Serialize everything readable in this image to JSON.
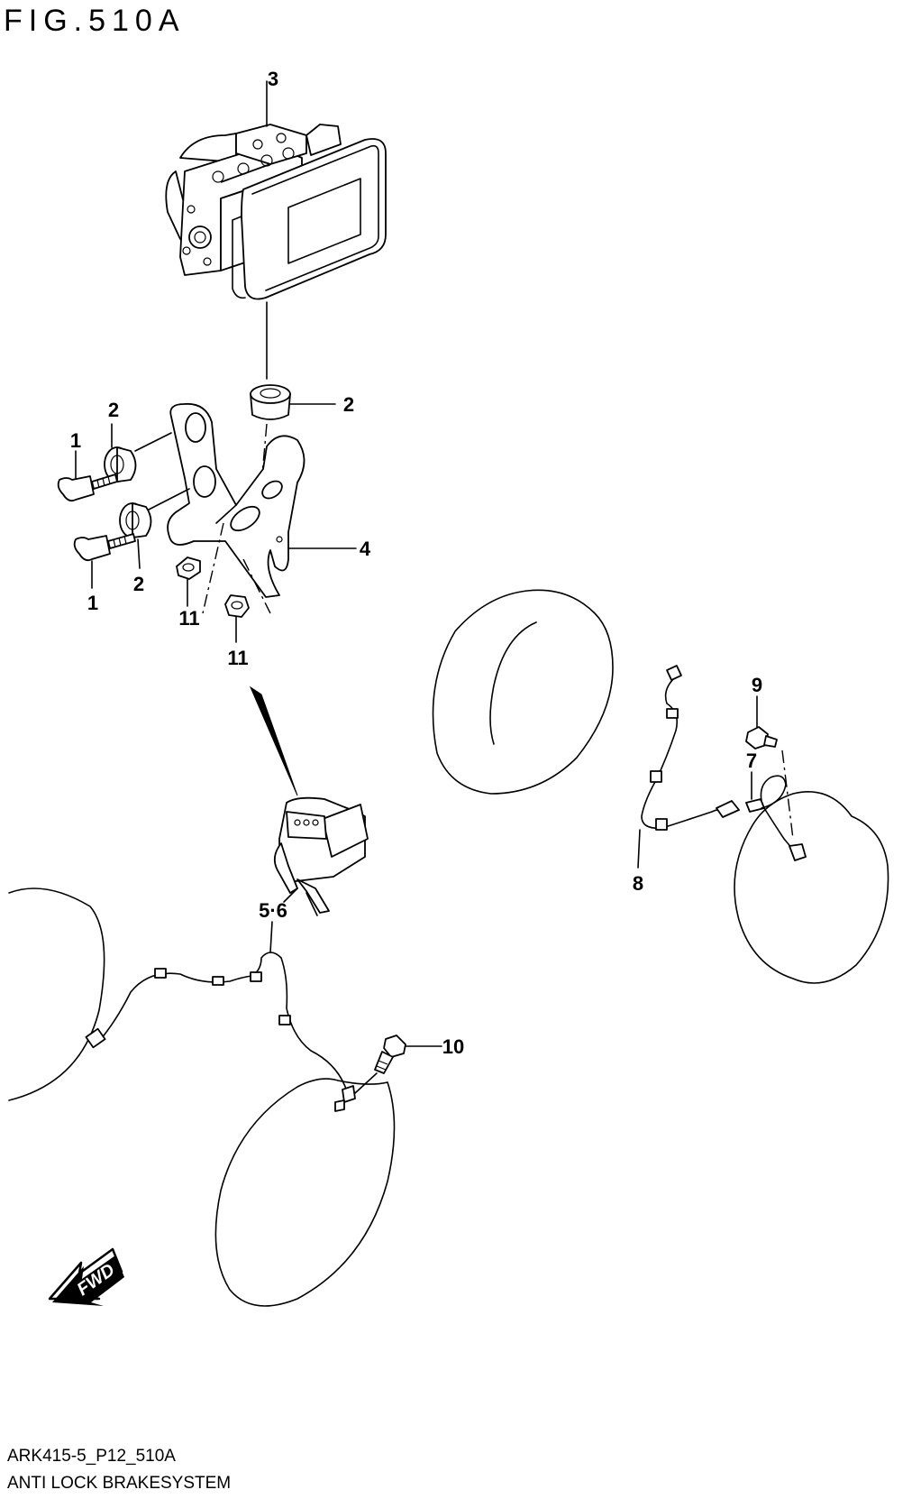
{
  "figure": {
    "title": "FIG.510A"
  },
  "footer": {
    "code": "ARK415-5_P12_510A",
    "name": "ANTI LOCK BRAKESYSTEM"
  },
  "callouts": {
    "c1a": "1",
    "c1b": "1",
    "c2a": "2",
    "c2b": "2",
    "c2c": "2",
    "c3": "3",
    "c4": "4",
    "c56": "5·6",
    "c7": "7",
    "c8": "8",
    "c9": "9",
    "c10": "10",
    "c11a": "11",
    "c11b": "11"
  },
  "fwd_arrow": {
    "label": "FWD"
  }
}
